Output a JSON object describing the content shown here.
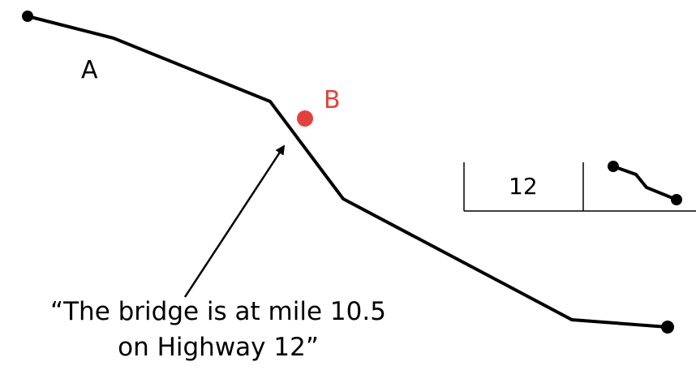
{
  "labels": {
    "a": "A",
    "b": "B"
  },
  "colors": {
    "road": "#000000",
    "marker": "#e5413c"
  },
  "route_badge": {
    "number": "12"
  },
  "caption": {
    "line1": "“The bridge is at mile 10.5",
    "line2": "on Highway 12”"
  }
}
